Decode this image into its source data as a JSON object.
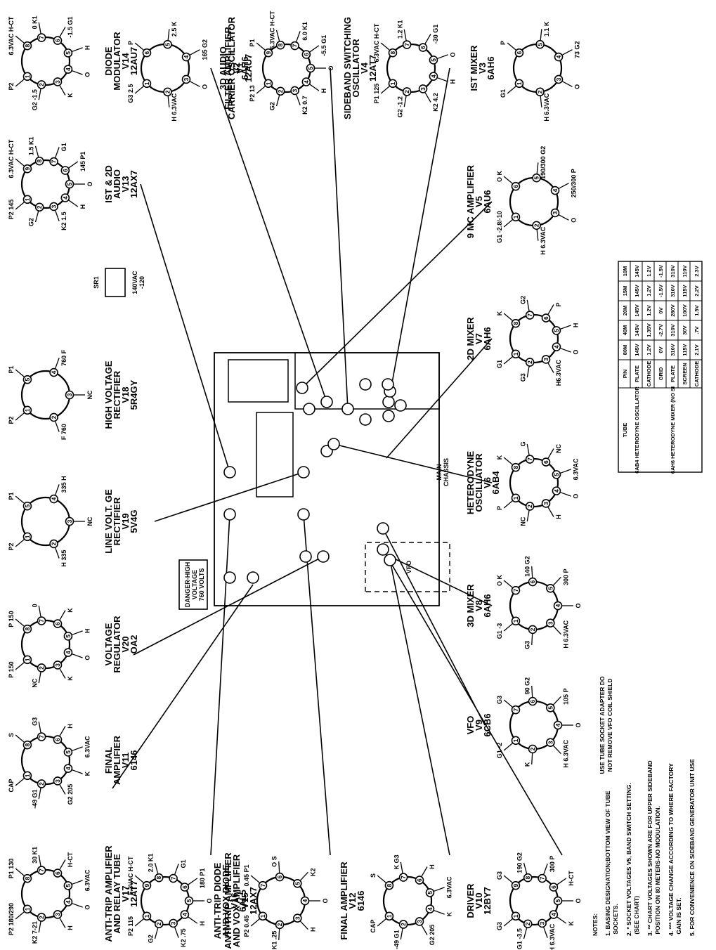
{
  "tubes": [
    {
      "id": "v17",
      "name": "ANTI-TRIP AMPLIFIER\nAND RELAY TUBE",
      "num": "V17",
      "type": "12AT7",
      "pins": [
        "P2 180/290",
        "K2 7-21",
        "H",
        "O",
        "6.3VAC",
        "H-CT",
        "30 K1",
        "P1 130"
      ]
    },
    {
      "id": "v11",
      "name": "FINAL\nAMPLIFIER",
      "num": "V11",
      "type": "6146",
      "pins": [
        "CAP",
        "-49 G1",
        "G2 205",
        "K",
        "6.3VAC",
        "H",
        "G3",
        "S"
      ]
    },
    {
      "id": "v20",
      "name": "VOLTAGE\nREGULATOR",
      "num": "V20",
      "type": "OA2",
      "pins": [
        "P 150",
        "NC",
        "K",
        "O",
        "H",
        "K",
        "0",
        "P 150"
      ]
    },
    {
      "id": "v19",
      "name": "LINE VOLT. GE\nRECTIFIER",
      "num": "V19",
      "type": "5V4G",
      "pins": [
        "P2",
        "H 335",
        "NC",
        "335 H",
        "P1"
      ]
    },
    {
      "id": "v18",
      "name": "HIGH VOLTAGE\nRECTIFIER",
      "num": "V18",
      "type": "5R4GY",
      "pins": [
        "P2",
        "F 760",
        "NC",
        "760 F",
        "P1"
      ]
    },
    {
      "id": "v13",
      "name": "IST & 2D\nAUDIO",
      "num": "V13",
      "type": "12AX7",
      "pins": [
        "P2 145",
        "G2",
        "K2 1.5",
        "H",
        "O",
        "145 P1",
        "G1",
        "1.5 K1",
        "6.3VAC H-CT"
      ]
    },
    {
      "id": "v14",
      "name": "DIODE\nMODULATOR",
      "num": "V14",
      "type": "12AU7",
      "pins": [
        "P2",
        "G2 -1.5",
        "K",
        "O",
        "H",
        "-1.5 G1",
        "0 K1",
        "6.3VAC H-CT"
      ]
    },
    {
      "id": "v2",
      "name": "FILTER AMPLIFIER",
      "num": "V2",
      "type": "6AH6",
      "pins": [
        "G3 2.5",
        "H 6.3VAC",
        "O",
        "165 G2",
        "2.5 K",
        "P"
      ]
    },
    {
      "id": "v1",
      "name": "3D AUDIO\nCARRIER OSCILLATOR",
      "num": "V1",
      "type": "12AU7",
      "pins": [
        "P2 13",
        "G2",
        "K2 0.7",
        "H",
        "O",
        "-5.5 G1",
        "6.0 K1",
        "6.3VAC H-CT",
        "P1"
      ]
    },
    {
      "id": "v4",
      "name": "SIDEBAND SWITCHING\nOSCILLATOR",
      "num": "V4",
      "type": "12AT7",
      "pins": [
        "P1 125",
        "G2 -1.2",
        "K2 4.2",
        "H",
        "O",
        "-30 G1",
        "1.2 K1",
        "6.3VAC H-CT"
      ]
    },
    {
      "id": "v3",
      "name": "IST MIXER",
      "num": "V3",
      "type": "6AH6",
      "pins": [
        "G1",
        "H 6.3VAC",
        "O",
        "73 G2",
        "1.1 K",
        "P"
      ]
    },
    {
      "id": "v5",
      "name": "9 MC AMPLIFIER",
      "num": "V5",
      "type": "6AU6",
      "pins": [
        "G1 -2.8/-10",
        "H 6.3VAC",
        "O",
        "250/300 P",
        "190/300 G2",
        "O K"
      ]
    },
    {
      "id": "v7",
      "name": "2D MIXER",
      "num": "V7",
      "type": "6AH6",
      "pins": [
        "G1",
        "G3",
        "H6.3VAC",
        "O",
        "H",
        "P",
        "G2",
        "K"
      ]
    },
    {
      "id": "v6",
      "name": "HETERODYNE\nOSCILLATOR",
      "num": "V6",
      "type": "6AB4",
      "pins": [
        "P",
        "NC",
        "H",
        "O",
        "6.3VAC",
        "NC",
        "G",
        "K"
      ]
    },
    {
      "id": "v8",
      "name": "3D MIXER",
      "num": "V8",
      "type": "6AH6",
      "pins": [
        "G1 -3",
        "G3",
        "H 6.3VAC",
        "O",
        "300 P",
        "140 G2",
        "O K"
      ]
    },
    {
      "id": "v9",
      "name": "VFO",
      "num": "V9",
      "type": "6CB6",
      "pins": [
        "G1 -2",
        "K",
        "H 6.3VAC",
        "O",
        "105 P",
        "90 G2",
        "G3"
      ]
    },
    {
      "id": "v15",
      "name": "ANTI-TRIP AMPLIFIER\nAND VOX AMPLIFIER",
      "num": "V15",
      "type": "12AX7",
      "pins": [
        "P2 115",
        "G2",
        "K2 .75",
        "H",
        "O",
        "180 P1",
        "G1",
        "2.0 K1",
        "6.3VAC H-CT"
      ]
    },
    {
      "id": "v16",
      "name": "ANTI-TRIP DIODE\nAND VOX DIODE",
      "num": "V16",
      "type": "6AL5",
      "pins": [
        "P2 0.45",
        "K1 .25",
        "H",
        "O",
        "K2",
        "O S",
        "0.45 P1"
      ]
    },
    {
      "id": "v12",
      "name": "FINAL AMPLIFIER",
      "num": "V12",
      "type": "6146",
      "pins": [
        "CAP",
        "-49 G1",
        "G2 205",
        "K",
        "6.3VAC",
        "H",
        "K G3",
        "S"
      ]
    },
    {
      "id": "v10",
      "name": "DRIVER",
      "num": "V10",
      "type": "12BY7",
      "pins": [
        "G3",
        "G1 -3.5",
        "H 6.3VAC",
        "K",
        "O",
        "H-CT",
        "300 P",
        "190 G2",
        "G3"
      ]
    }
  ],
  "chassis": {
    "sr1": "SR1",
    "sr1_value": "140VAC",
    "sr1_out": "-120",
    "main_chassis": "MAIN\nCHASSIS",
    "vfo": "VFO",
    "danger": "DANGER-HIGH\nVOLTAGE\n760 VOLTS"
  },
  "vfo_note": "USE TUBE SOCKET ADAPTER DO\nNOT REMOVE VFO COIL SHIELD",
  "notes": {
    "title": "NOTES:",
    "items": [
      "1. BASING DESIGNATION;BOTTOM VIEW OF TUBE\n   SOCKETS.",
      "2. * SOCKET VOLTAGES V5, BAND SWITCH SETTING.\n   (SEE CHART)",
      "3. ** CHART VOLTAGES SHOWN ARE FOR UPPER SIDEBAND\n   POSITION ON 80 METERS-NO MODULATION.",
      "4. *** VOLTAGE CHANGE ACCORDING TO WHERE FACTORY\n   GAIN IS SET.",
      "5. FOR CONVENIENCE ON SIDEBAND GENERATOR UNIT USE"
    ]
  },
  "chart": {
    "headers": [
      "TUBE",
      "PIN",
      "80M",
      "40M",
      "20M",
      "15M",
      "10M"
    ],
    "rows": [
      [
        "6AB4 HETERODYNE OSCILLATOR",
        "PLATE",
        "145V",
        "145V",
        "145V",
        "145V",
        "145V"
      ],
      [
        "",
        "CATHODE",
        "1.2V",
        "1.35V",
        "1.2V",
        "1.2V",
        "1.2V"
      ],
      [
        "",
        "GRID",
        "0V",
        "-2.7V",
        "0V",
        "-1.5V",
        "-1.5V"
      ],
      [
        "6AH6 HETERODYNE MIXER (NO SIGNAL FROM SIDEBAND GENERATOR)",
        "PLATE",
        "310V",
        "310V",
        "280V",
        "310V",
        "310V"
      ],
      [
        "",
        "SCREEN",
        "115V",
        "30V",
        "100V",
        "115V",
        "110V"
      ],
      [
        "",
        "CATHODE",
        "2.1V",
        ".7V",
        "1.5V",
        "2.2V",
        "2.3V"
      ]
    ]
  }
}
